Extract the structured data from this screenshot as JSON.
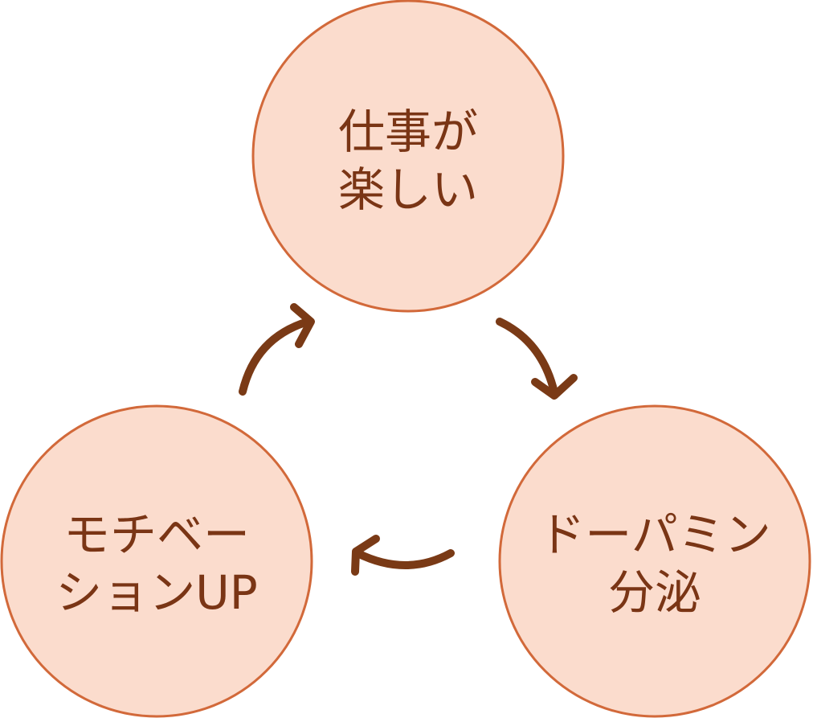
{
  "diagram": {
    "type": "cycle",
    "colors": {
      "node_fill": "#fbdccd",
      "node_stroke": "#d2693a",
      "text": "#7a3515",
      "arrow": "#7a3a16"
    },
    "nodes": [
      {
        "id": "work-fun",
        "lines": [
          "仕事が",
          "楽しい"
        ]
      },
      {
        "id": "dopamine",
        "lines": [
          "ドーパミン",
          "分泌"
        ]
      },
      {
        "id": "motivation",
        "lines": [
          "モチベー",
          "ションUP"
        ]
      }
    ],
    "edges": [
      {
        "from": "work-fun",
        "to": "dopamine"
      },
      {
        "from": "dopamine",
        "to": "motivation"
      },
      {
        "from": "motivation",
        "to": "work-fun"
      }
    ]
  }
}
